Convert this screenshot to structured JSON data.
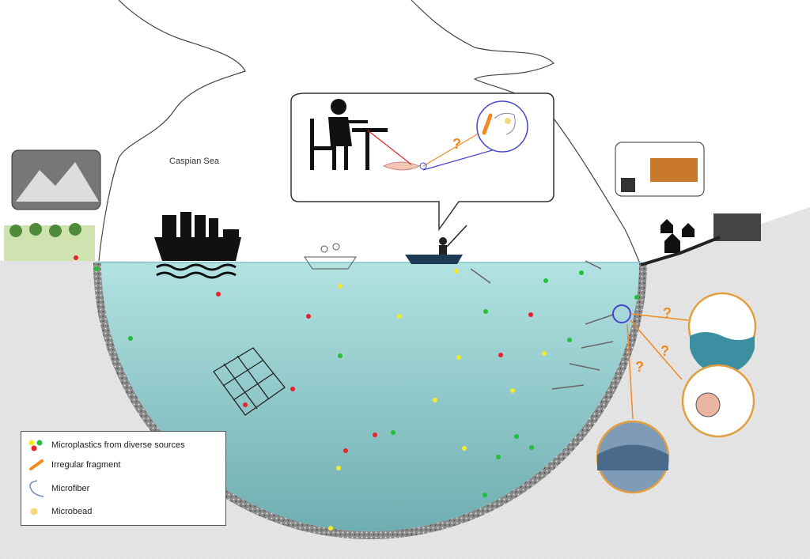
{
  "map_label": "Caspian Sea",
  "legend": {
    "items": [
      {
        "label": "Microplastics from diverse sources",
        "icon": "colored-dots-icon"
      },
      {
        "label": "Irregular fragment",
        "icon": "fragment-icon"
      },
      {
        "label": "Microfiber",
        "icon": "microfiber-icon"
      },
      {
        "label": "Microbead",
        "icon": "microbead-icon"
      }
    ]
  },
  "callouts": {
    "question_mark": "?"
  },
  "colors": {
    "water": "#a9dbdc",
    "water_deep": "#6fb3b6",
    "ground": "#e6e6e6",
    "dot_red": "#e8222a",
    "dot_green": "#22c033",
    "dot_yellow": "#f2ea2a",
    "fragment": "#f08a24",
    "microbead": "#f6d77a",
    "arrow": "#f08a24"
  }
}
